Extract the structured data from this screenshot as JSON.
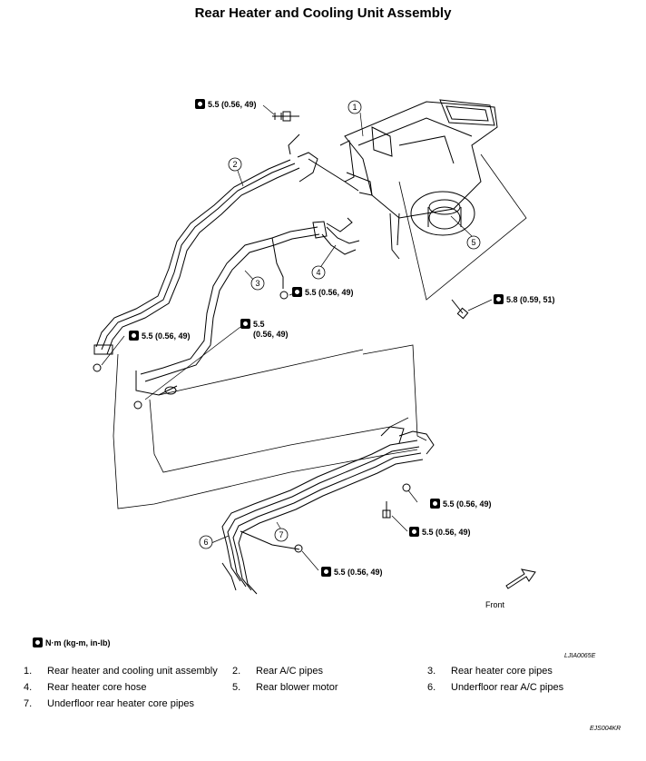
{
  "title": "Rear Heater and Cooling Unit Assembly",
  "torque_labels": [
    {
      "id": "top-bolt",
      "text": "5.5 (0.56, 49)"
    },
    {
      "id": "mid-pipe",
      "text": "5.5 (0.56, 49)"
    },
    {
      "id": "left-bracket",
      "text": "5.5 (0.56, 49)"
    },
    {
      "id": "center-bracket-1",
      "text": "5.5"
    },
    {
      "id": "center-bracket-2",
      "text": "(0.56, 49)"
    },
    {
      "id": "blower-bolt",
      "text": "5.8 (0.59, 51)"
    },
    {
      "id": "under-1",
      "text": "5.5 (0.56, 49)"
    },
    {
      "id": "under-2",
      "text": "5.5 (0.56, 49)"
    },
    {
      "id": "under-3",
      "text": "5.5 (0.56, 49)"
    }
  ],
  "callouts": [
    "1",
    "2",
    "3",
    "4",
    "5",
    "6",
    "7"
  ],
  "front_label": "Front",
  "legend": "N·m (kg-m, in-lb)",
  "figure_code": "LJIA0065E",
  "parts": [
    {
      "num": "1.",
      "label": "Rear heater and cooling unit assembly"
    },
    {
      "num": "2.",
      "label": "Rear A/C pipes"
    },
    {
      "num": "3.",
      "label": "Rear heater core pipes"
    },
    {
      "num": "4.",
      "label": "Rear heater core hose"
    },
    {
      "num": "5.",
      "label": "Rear blower motor"
    },
    {
      "num": "6.",
      "label": "Underfloor rear A/C pipes"
    },
    {
      "num": "7.",
      "label": "Underfloor rear heater core pipes"
    }
  ],
  "doc_code": "EJS004KR",
  "icons": [
    "torque-wrench-icon",
    "front-arrow-icon"
  ]
}
